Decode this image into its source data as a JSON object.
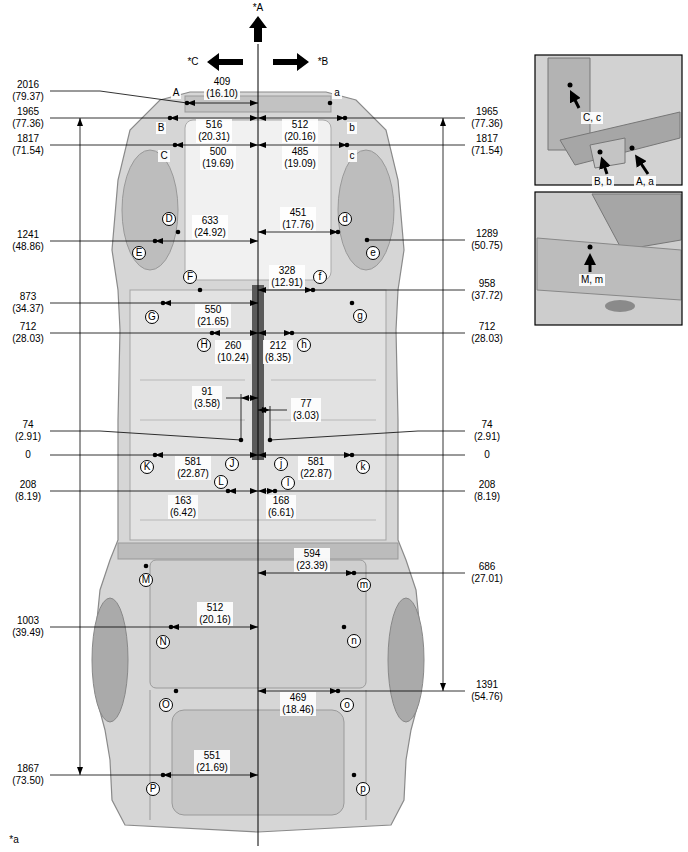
{
  "diagram": {
    "nodes": [
      {
        "text": [
          "D"
        ]
      },
      {
        "text": [
          "d"
        ]
      },
      {
        "text": [
          "E"
        ]
      },
      {
        "text": [
          "e"
        ]
      },
      {
        "text": [
          "F"
        ]
      },
      {
        "text": [
          "f"
        ]
      },
      {
        "text": [
          "G"
        ]
      },
      {
        "text": [
          "g"
        ]
      },
      {
        "text": [
          "H"
        ]
      },
      {
        "text": [
          "h"
        ]
      },
      {
        "text": [
          "J"
        ]
      },
      {
        "text": [
          "j"
        ]
      },
      {
        "text": [
          "K"
        ]
      },
      {
        "text": [
          "k"
        ]
      },
      {
        "text": [
          "L"
        ]
      },
      {
        "text": [
          "l"
        ]
      },
      {
        "text": [
          "M"
        ]
      },
      {
        "text": [
          "m"
        ]
      },
      {
        "text": [
          "N"
        ]
      },
      {
        "text": [
          "n"
        ]
      },
      {
        "text": [
          "O"
        ]
      },
      {
        "text": [
          "o"
        ]
      },
      {
        "text": [
          "P"
        ]
      },
      {
        "text": [
          "p"
        ]
      }
    ],
    "labels": [
      "*A",
      "*C",
      "*B",
      "2016 (79.37)",
      "1965 (77.36)",
      "1817 (71.54)",
      "1241 (48.86)",
      "873 (34.37)",
      "712 (28.03)",
      "74 (2.91)",
      "0",
      "208 (8.19)",
      "1003 (39.49)",
      "1867 (73.50)",
      "1965 (77.36)",
      "1817 (71.54)",
      "1289 (50.75)",
      "958 (37.72)",
      "712 (28.03)",
      "74 (2.91)",
      "0",
      "208 (8.19)",
      "686 (27.01)",
      "1391 (54.76)",
      "409 (16.10)",
      "516 (20.31)",
      "512 (20.16)",
      "500 (19.69)",
      "485 (19.09)",
      "633 (24.92)",
      "451 (17.76)",
      "328 (12.91)",
      "550 (21.65)",
      "260 (10.24)",
      "212 (8.35)",
      "91 (3.58)",
      "77 (3.03)",
      "581 (22.87)",
      "581 (22.87)",
      "163 (6.42)",
      "168 (6.61)",
      "594 (23.39)",
      "512 (20.16)",
      "469 (18.46)",
      "551 (21.69)",
      "A",
      "a",
      "B",
      "b",
      "C",
      "c",
      "C, c",
      "B, b",
      "A, a",
      "M, m",
      "*a"
    ]
  }
}
